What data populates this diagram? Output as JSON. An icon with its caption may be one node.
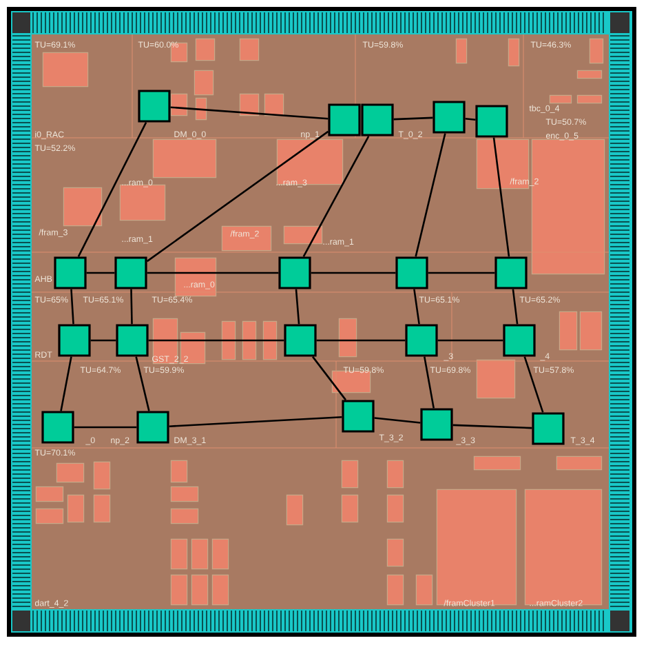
{
  "diagram": {
    "nodes": [
      {
        "text": [],
        "shape": "box"
      },
      {
        "text": [],
        "shape": "box"
      },
      {
        "text": [],
        "shape": "box"
      },
      {
        "text": [],
        "shape": "box"
      },
      {
        "text": [],
        "shape": "box"
      },
      {
        "text": [],
        "shape": "box"
      },
      {
        "text": [],
        "shape": "box"
      },
      {
        "text": [],
        "shape": "box"
      },
      {
        "text": [],
        "shape": "box"
      },
      {
        "text": [],
        "shape": "box"
      },
      {
        "text": [],
        "shape": "box"
      },
      {
        "text": [],
        "shape": "box"
      },
      {
        "text": [],
        "shape": "box"
      },
      {
        "text": [],
        "shape": "box"
      },
      {
        "text": [],
        "shape": "box"
      },
      {
        "text": [],
        "shape": "box"
      },
      {
        "text": [],
        "shape": "box"
      },
      {
        "text": [],
        "shape": "box"
      },
      {
        "text": [],
        "shape": "box"
      },
      {
        "text": [],
        "shape": "box"
      }
    ],
    "edges": [
      {
        "from": 0,
        "to": 1,
        "arrow": "none"
      },
      {
        "from": 2,
        "to": 3,
        "arrow": "none"
      },
      {
        "from": 3,
        "to": 4,
        "arrow": "none"
      },
      {
        "from": 0,
        "to": 5,
        "arrow": "none"
      },
      {
        "from": 1,
        "to": 6,
        "arrow": "none"
      },
      {
        "from": 2,
        "to": 7,
        "arrow": "none"
      },
      {
        "from": 3,
        "to": 8,
        "arrow": "none"
      },
      {
        "from": 4,
        "to": 9,
        "arrow": "none"
      },
      {
        "from": 5,
        "to": 6,
        "arrow": "none"
      },
      {
        "from": 6,
        "to": 7,
        "arrow": "none"
      },
      {
        "from": 7,
        "to": 8,
        "arrow": "none"
      },
      {
        "from": 8,
        "to": 9,
        "arrow": "none"
      },
      {
        "from": 5,
        "to": 10,
        "arrow": "none"
      },
      {
        "from": 6,
        "to": 11,
        "arrow": "none"
      },
      {
        "from": 7,
        "to": 12,
        "arrow": "none"
      },
      {
        "from": 8,
        "to": 13,
        "arrow": "none"
      },
      {
        "from": 9,
        "to": 14,
        "arrow": "none"
      },
      {
        "from": 10,
        "to": 11,
        "arrow": "none"
      },
      {
        "from": 11,
        "to": 12,
        "arrow": "none"
      },
      {
        "from": 12,
        "to": 13,
        "arrow": "none"
      },
      {
        "from": 13,
        "to": 14,
        "arrow": "none"
      },
      {
        "from": 10,
        "to": 15,
        "arrow": "none"
      },
      {
        "from": 11,
        "to": 16,
        "arrow": "none"
      },
      {
        "from": 12,
        "to": 17,
        "arrow": "none"
      },
      {
        "from": 13,
        "to": 18,
        "arrow": "none"
      },
      {
        "from": 14,
        "to": 19,
        "arrow": "none"
      },
      {
        "from": 15,
        "to": 16,
        "arrow": "none"
      },
      {
        "from": 16,
        "to": 17,
        "arrow": "none"
      },
      {
        "from": 17,
        "to": 18,
        "arrow": "none"
      },
      {
        "from": 18,
        "to": 19,
        "arrow": "none"
      }
    ],
    "labels": [
      "TU=69.1%",
      "TU=60.0%",
      "TU=59.8%",
      "TU=46.3%",
      "tbc_0_4",
      "TU=50.7%",
      "i0_RAC",
      "DM_0_0",
      "np_1",
      "T_0_2",
      "enc_0_5",
      "TU=52.2%",
      "...ram_0",
      "...ram_3",
      "/fram_2",
      "/fram_3",
      "/fram_2",
      "...ram_1",
      "...ram_1",
      "AHB",
      "...ram_0",
      "TU=65%",
      "TU=65.1%",
      "TU=65.4%",
      "TU=65.1%",
      "TU=65.2%",
      "RDT",
      "GST_2_2",
      "_3",
      "_4",
      "TU=64.7%",
      "TU=59.9%",
      "TU=59.8%",
      "TU=69.8%",
      "TU=57.8%",
      "_0",
      "np_2",
      "DM_3_1",
      "T_3_2",
      "_3_3",
      "T_3_4",
      "TU=70.1%",
      "dart_4_2",
      "/framCluster1",
      "...ramCluster2"
    ]
  }
}
